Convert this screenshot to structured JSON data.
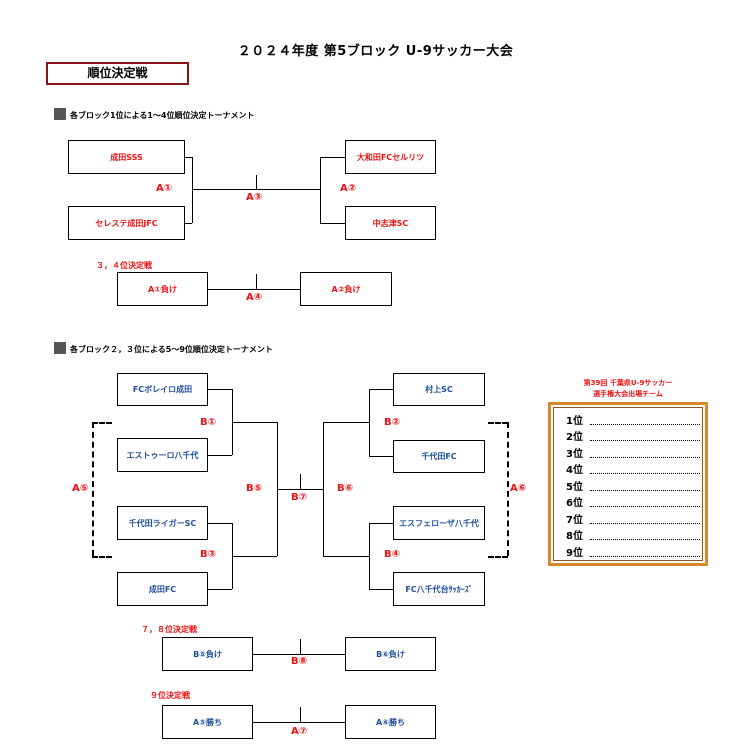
{
  "title": "２０２４年度 第5ブロック U-9サッカー大会",
  "phase": "順位決定戦",
  "sectionA": {
    "header": "各ブロック1位による1～4位順位決定トーナメント",
    "teams": [
      "成田SSS",
      "セレステ成田JFC",
      "大和田FCセルリツ",
      "中志津SC"
    ],
    "labels": [
      "A①",
      "A②",
      "A③",
      "A④"
    ],
    "thirdPlace": {
      "header": "３，４位決定戦",
      "left": "A①負け",
      "right": "A②負け"
    }
  },
  "sectionB": {
    "header": "各ブロック２，３位による5～9位順位決定トーナメント",
    "leftTeams": [
      "FCボレイロ成田",
      "エストゥーロ八千代",
      "千代田ライガーSC",
      "成田FC"
    ],
    "rightTeams": [
      "村上SC",
      "千代田FC",
      "エスフェローザ八千代",
      "FC八千代台ｻｯｶｰｽﾞ"
    ],
    "labels": {
      "b1": "B①",
      "b2": "B②",
      "b3": "B③",
      "b4": "B④",
      "b5": "B⑤",
      "b6": "B⑥",
      "b7": "B⑦",
      "b8": "B⑧",
      "a5": "A⑤",
      "a6": "A⑥",
      "a7": "A⑦"
    },
    "seventh": {
      "header": "７，８位決定戦",
      "left": "B⑤負け",
      "right": "B⑥負け"
    },
    "ninth": {
      "header": "９位決定戦",
      "left": "A⑤勝ち",
      "right": "A⑥勝ち"
    }
  },
  "ranking": {
    "title1": "第39回 千葉県U-9サッカー",
    "title2": "選手権大会出場チーム",
    "ranks": [
      "1位",
      "2位",
      "3位",
      "4位",
      "5位",
      "6位",
      "7位",
      "8位",
      "9位"
    ]
  },
  "colors": {
    "red": "#ee1111",
    "blue": "#1f4e9c",
    "panelBorder": "#d5892b",
    "phaseBorder": "#8a1515"
  }
}
